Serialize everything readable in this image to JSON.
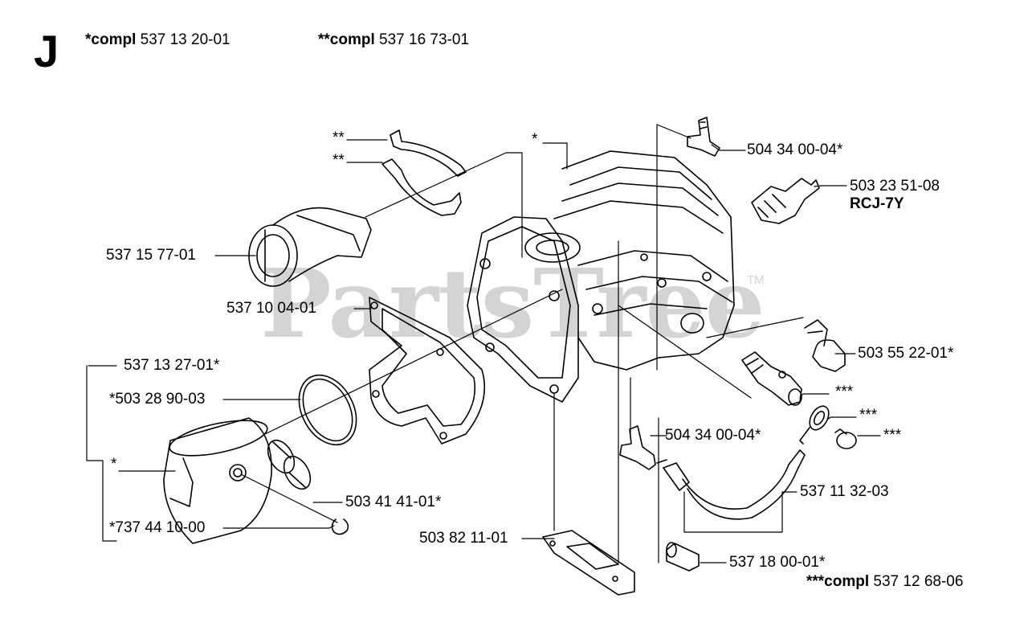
{
  "section_letter": "J",
  "header": {
    "compl1_bold": "*compl",
    "compl1_num": "537 13 20-01",
    "compl2_bold": "**compl",
    "compl2_num": "537 16 73-01"
  },
  "watermark": {
    "text": "PartsTree",
    "tm": "TM"
  },
  "labels": {
    "elbow_top": "504 34 00-04*",
    "spark_plug": "503 23 51-08",
    "spark_plug_type": "RCJ-7Y",
    "intake": "537 15 77-01",
    "gasket_plate": "537 10 04-01",
    "plug": "503 55 22-01*",
    "piston_kit": "537 13 27-01*",
    "piston_ring": "*503 28 90-03",
    "piston": "*",
    "bearing": "503 41 41-01*",
    "circlip": "*737 44 10-00",
    "base_gasket": "503 82 11-01",
    "elbow_bottom": "504 34 00-04*",
    "hose": "537 11 32-03",
    "filter": "537 18 00-01*",
    "clip1": "**",
    "clip2": "**",
    "cylinder": "*",
    "valve": "***",
    "washer_ring": "***",
    "screw": "***"
  },
  "footer": {
    "compl3_bold": "***compl",
    "compl3_num": "537 12 68-06"
  }
}
